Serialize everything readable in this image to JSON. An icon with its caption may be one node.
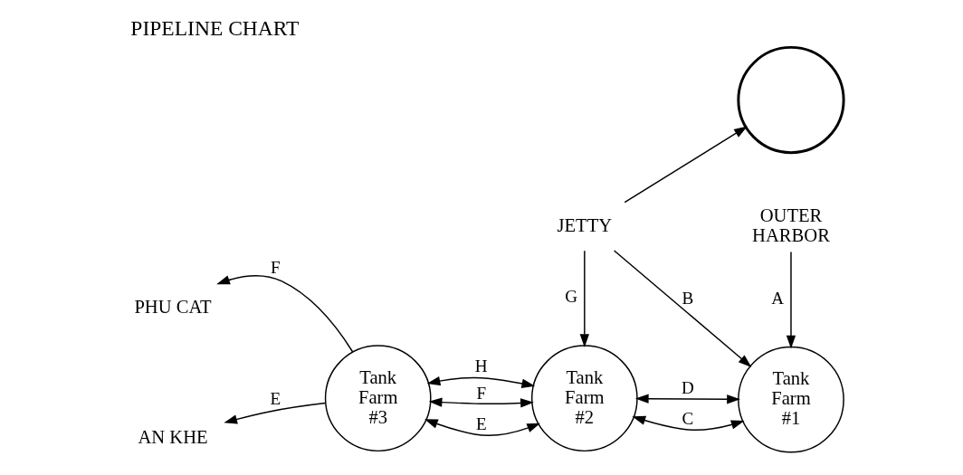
{
  "diagram": {
    "title": "PIPELINE CHART",
    "nodes": [
      {
        "text": [
          "JETTY"
        ]
      },
      {
        "text": [],
        "shape": "circle"
      },
      {
        "text": [
          "PHU CAT"
        ]
      },
      {
        "text": [
          "AN KHE"
        ]
      },
      {
        "text": [
          "OUTER HARBOR"
        ]
      },
      {
        "text": [
          "Tank Farm #3"
        ]
      },
      {
        "text": [
          "Tank Farm #2"
        ]
      },
      {
        "text": [
          "Tank Farm #1"
        ]
      }
    ],
    "edges": [
      {
        "from": 0,
        "to": 1,
        "arrow": "to"
      },
      {
        "from": 0,
        "to": 6,
        "arrow": "to",
        "label": "G"
      },
      {
        "from": 0,
        "to": 7,
        "arrow": "to",
        "label": "B"
      },
      {
        "from": 4,
        "to": 7,
        "arrow": "to",
        "label": "A"
      },
      {
        "from": 5,
        "to": 2,
        "arrow": "to",
        "label": "F"
      },
      {
        "from": 5,
        "to": 3,
        "arrow": "to",
        "label": "E"
      },
      {
        "from": 5,
        "to": 6,
        "arrow": "both",
        "label": "H"
      },
      {
        "from": 5,
        "to": 6,
        "arrow": "both",
        "label": "F"
      },
      {
        "from": 5,
        "to": 6,
        "arrow": "both",
        "label": "E"
      },
      {
        "from": 6,
        "to": 7,
        "arrow": "both",
        "label": "D"
      },
      {
        "from": 6,
        "to": 7,
        "arrow": "both",
        "label": "C"
      }
    ]
  }
}
